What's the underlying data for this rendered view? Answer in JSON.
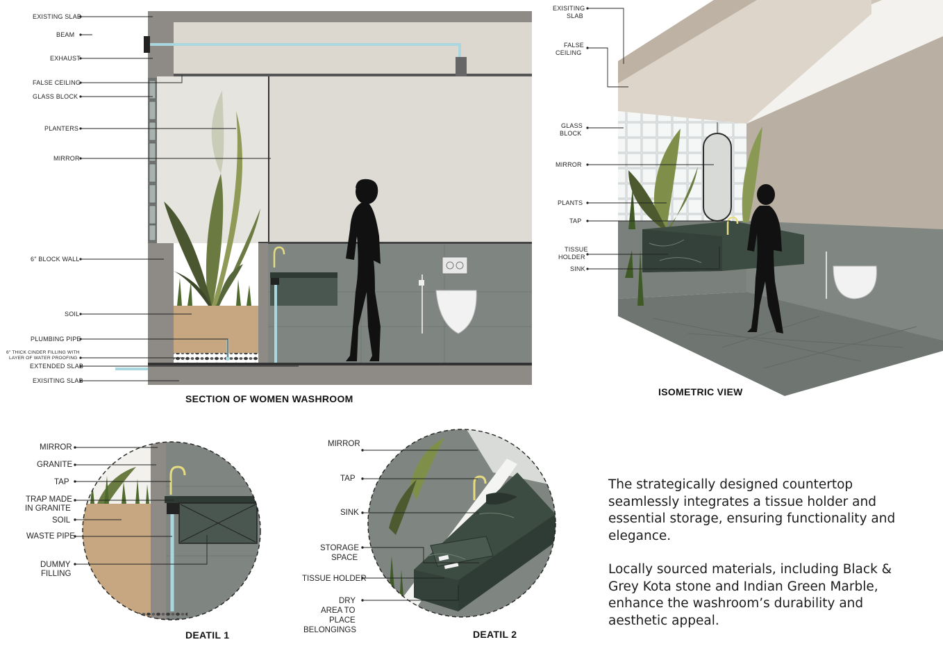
{
  "section": {
    "title": "SECTION OF WOMEN WASHROOM",
    "labels": [
      "EXISTING SLAB",
      "BEAM",
      "EXHAUST",
      "FALSE CEILING",
      "GLASS BLOCK",
      "PLANTERS",
      "MIRROR",
      "6\" BLOCK WALL",
      "SOIL",
      "PLUMBING PIPE",
      "6\" THICK CINDER FILLING WITH",
      "LAYER OF WATER PROOFING",
      "EXTENDED SLAB",
      "EXISITING SLAB"
    ]
  },
  "isometric": {
    "title": "ISOMETRIC  VIEW",
    "labels": [
      "EXISITING",
      "SLAB",
      "FALSE",
      "CEILING",
      "GLASS",
      "BLOCK",
      "MIRROR",
      "PLANTS",
      "TAP",
      "TISSUE",
      "HOLDER",
      "SINK"
    ]
  },
  "detail1": {
    "title": "DEATIL 1",
    "labels": [
      "MIRROR",
      "GRANITE",
      "TAP",
      "TRAP MADE",
      "IN GRANITE",
      "SOIL",
      "WASTE PIPE",
      "DUMMY",
      "FILLING"
    ]
  },
  "detail2": {
    "title": "DEATIL 2",
    "labels": [
      "MIRROR",
      "TAP",
      "SINK",
      "STORAGE",
      "SPACE",
      "TISSUE HOLDER",
      "DRY",
      "AREA TO",
      "PLACE",
      "BELONGINGS"
    ]
  },
  "description": [
    "The strategically designed countertop seamlessly integrates a tissue holder and essential storage, ensuring functionality and elegance.",
    "Locally sourced materials, including Black & Grey Kota stone and Indian Green Marble, enhance the washroom’s durability and aesthetic appeal."
  ],
  "colors": {
    "wall": "#dedbd4",
    "slab": "#8e8b87",
    "stone": "#7f8580",
    "marble": "#3d4c42",
    "soil": "#c7a782",
    "pipe": "#a9d6df",
    "tap": "#e6dc82",
    "plant": "#5a6b3a",
    "ceiling": "#cfc6b9",
    "silhouette": "#111111"
  }
}
